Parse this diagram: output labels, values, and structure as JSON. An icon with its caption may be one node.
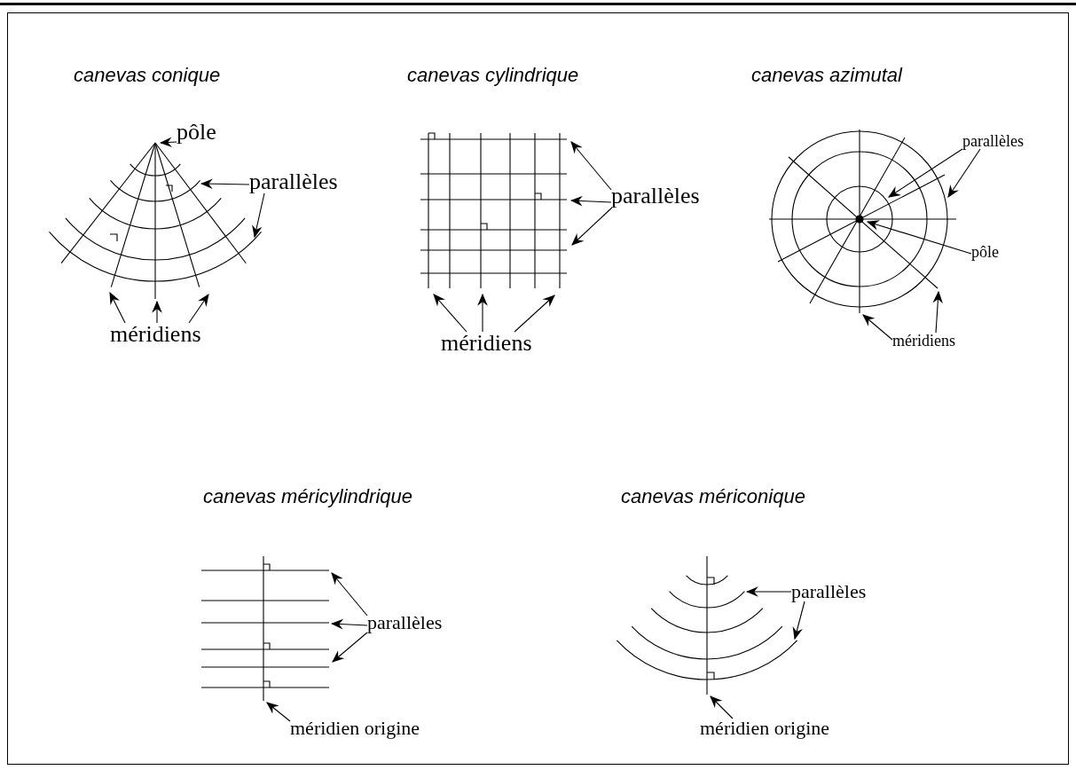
{
  "diagram": {
    "nodes": [
      {
        "text": [
          "pôle"
        ]
      },
      {
        "text": [
          "parallèles"
        ]
      },
      {
        "text": [
          "méridiens"
        ]
      },
      {
        "text": [
          "parallèles"
        ]
      },
      {
        "text": [
          "méridiens"
        ]
      },
      {
        "text": [
          "parallèles"
        ]
      },
      {
        "text": [
          "pôle"
        ]
      },
      {
        "text": [
          "méridiens"
        ]
      },
      {
        "text": [
          "parallèles"
        ]
      },
      {
        "text": [
          "méridien origine"
        ]
      },
      {
        "text": [
          "parallèles"
        ]
      },
      {
        "text": [
          "méridien origine"
        ]
      },
      {
        "text": [],
        "shape": "picture"
      },
      {
        "text": [],
        "shape": "picture"
      },
      {
        "text": [],
        "shape": "picture"
      },
      {
        "text": [],
        "shape": "picture"
      },
      {
        "text": [],
        "shape": "picture"
      }
    ],
    "edges": [
      {
        "from": 0,
        "to": 12,
        "arrow": "to"
      },
      {
        "from": 1,
        "to": 12,
        "arrow": "to"
      },
      {
        "from": 1,
        "to": 12,
        "arrow": "to"
      },
      {
        "from": 2,
        "to": 12,
        "arrow": "to"
      },
      {
        "from": 2,
        "to": 12,
        "arrow": "to"
      },
      {
        "from": 2,
        "to": 12,
        "arrow": "to"
      },
      {
        "from": 3,
        "to": 13,
        "arrow": "to"
      },
      {
        "from": 3,
        "to": 13,
        "arrow": "to"
      },
      {
        "from": 3,
        "to": 13,
        "arrow": "to"
      },
      {
        "from": 4,
        "to": 13,
        "arrow": "to"
      },
      {
        "from": 4,
        "to": 13,
        "arrow": "to"
      },
      {
        "from": 4,
        "to": 13,
        "arrow": "to"
      },
      {
        "from": 5,
        "to": 14,
        "arrow": "to"
      },
      {
        "from": 5,
        "to": 14,
        "arrow": "to"
      },
      {
        "from": 6,
        "to": 14,
        "arrow": "to"
      },
      {
        "from": 7,
        "to": 14,
        "arrow": "to"
      },
      {
        "from": 7,
        "to": 14,
        "arrow": "to"
      },
      {
        "from": 8,
        "to": 15,
        "arrow": "to"
      },
      {
        "from": 8,
        "to": 15,
        "arrow": "to"
      },
      {
        "from": 8,
        "to": 15,
        "arrow": "to"
      },
      {
        "from": 9,
        "to": 15,
        "arrow": "to"
      },
      {
        "from": 10,
        "to": 16,
        "arrow": "to"
      },
      {
        "from": 10,
        "to": 16,
        "arrow": "to"
      },
      {
        "from": 11,
        "to": 16,
        "arrow": "to"
      }
    ],
    "labels": [
      "canevas conique",
      "canevas cylindrique",
      "canevas azimutal",
      "canevas méricylindrique",
      "canevas mériconique"
    ]
  }
}
